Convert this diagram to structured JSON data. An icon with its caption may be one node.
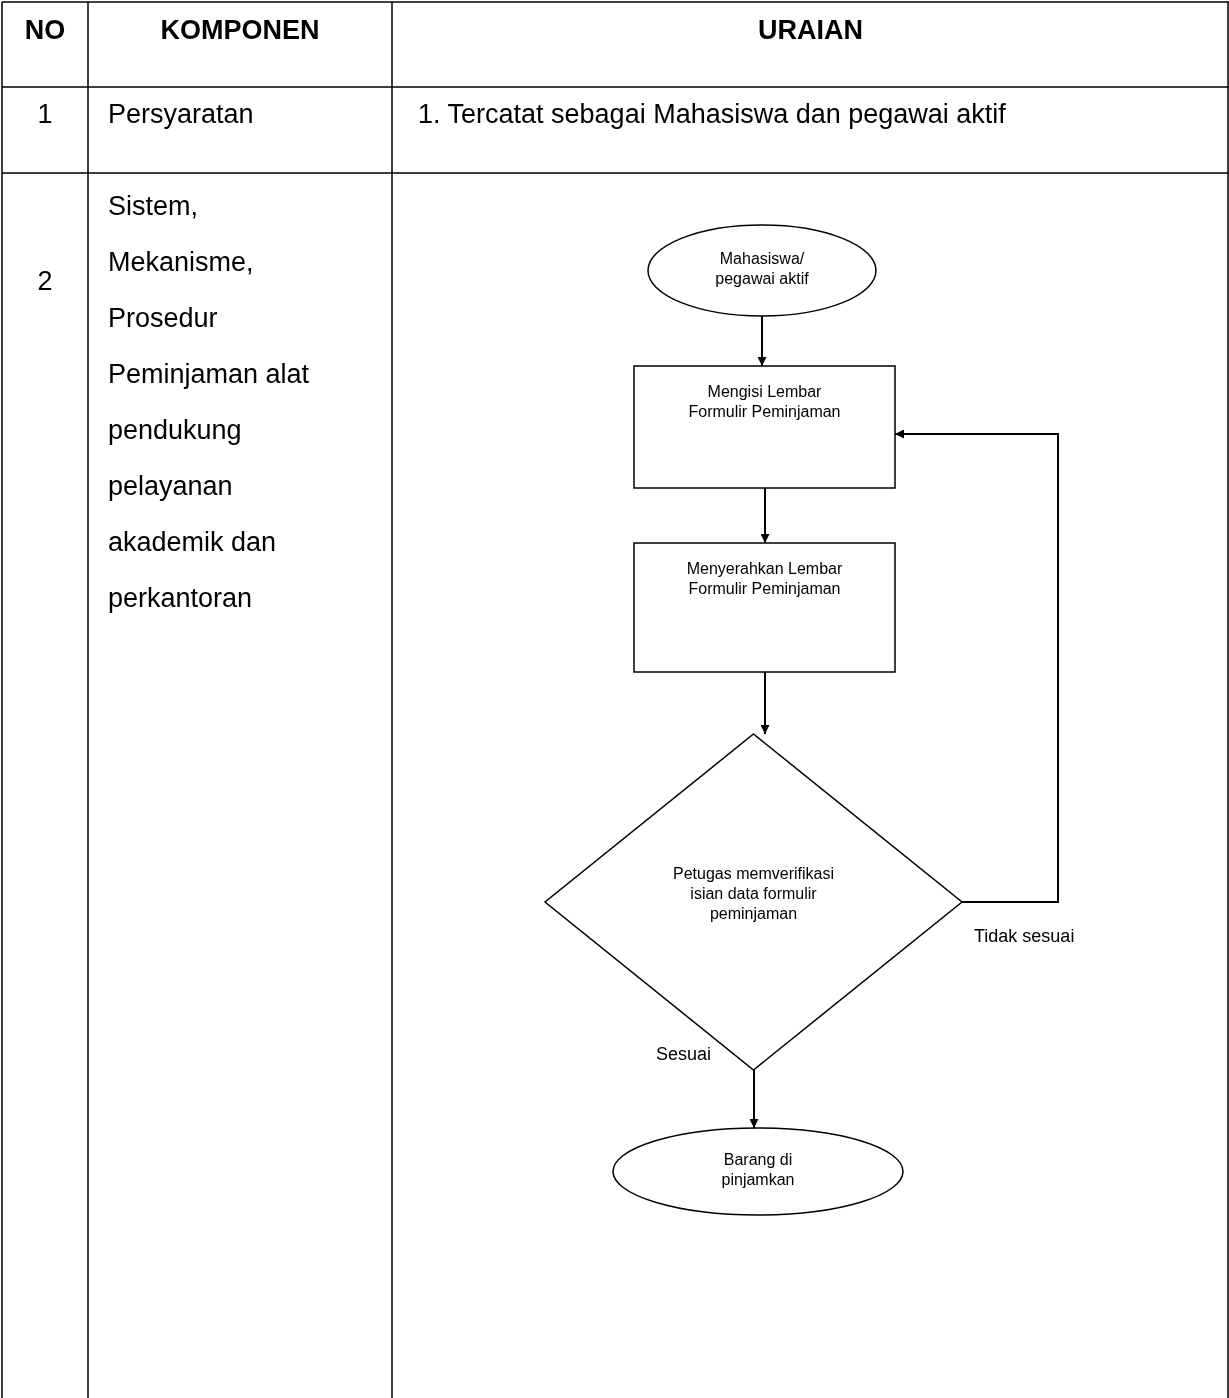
{
  "diagram": {
    "nodes": [
      {
        "text": [
          "Mahasiswa/ pegawai aktif"
        ]
      },
      {
        "text": [
          "Mengisi Lembar Formulir Peminjaman"
        ]
      },
      {
        "text": [
          "Menyerahkan Lembar Formulir Peminjaman"
        ]
      },
      {
        "text": [
          "Petugas memverifikasi isian data formulir peminjaman"
        ]
      },
      {
        "text": [
          "Barang di pinjamkan"
        ]
      }
    ],
    "edges": [
      {
        "from": 0,
        "to": 1,
        "arrow": "to"
      },
      {
        "from": 1,
        "to": 2,
        "arrow": "to"
      },
      {
        "from": 2,
        "to": 3,
        "arrow": "to"
      },
      {
        "from": 3,
        "to": 1,
        "arrow": "to",
        "label": "Tidak sesuai"
      },
      {
        "from": 3,
        "to": 4,
        "arrow": "to",
        "label": "Sesuai"
      }
    ],
    "labels": [
      "NO",
      "KOMPONEN",
      "URAIAN",
      "1",
      "Persyaratan",
      "1. Tercatat sebagai Mahasiswa dan pegawai aktif",
      "2",
      "Sistem, Mekanisme, Prosedur Peminjaman alat pendukung pelayanan akademik dan perkantoran"
    ]
  }
}
